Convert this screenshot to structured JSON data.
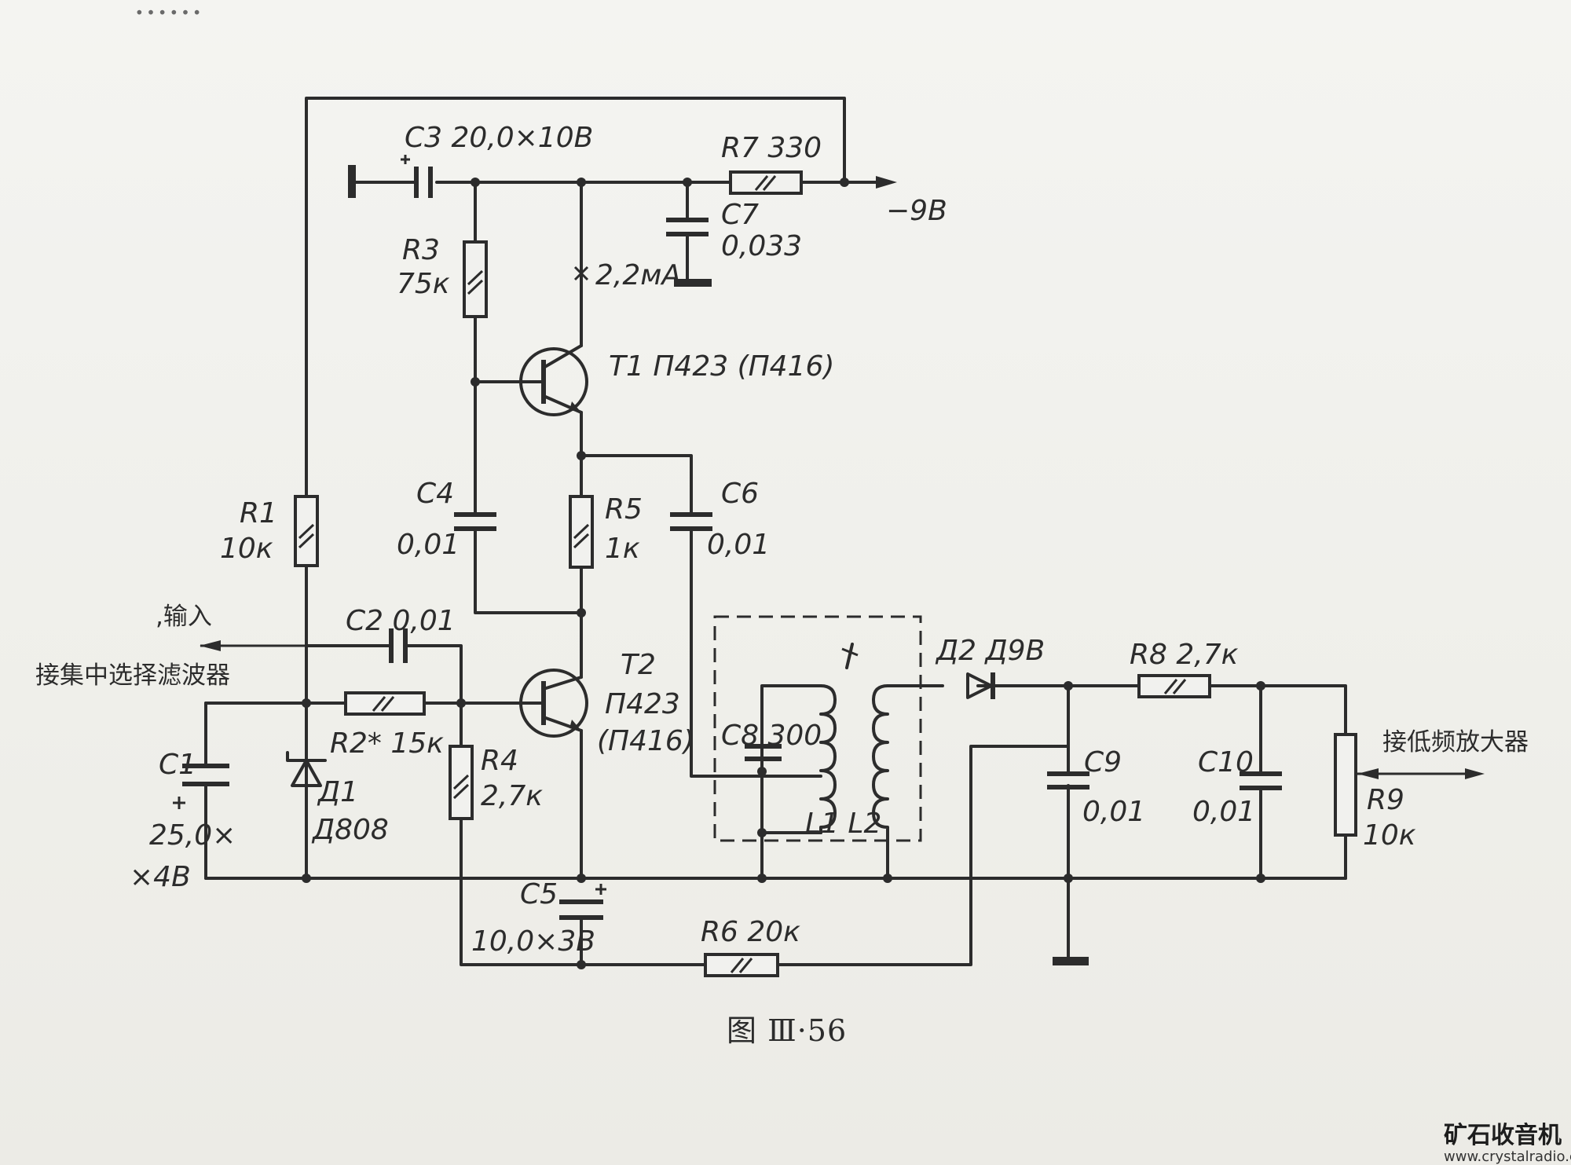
{
  "header": {
    "fragment": "……"
  },
  "figure": {
    "caption": "图 Ⅲ·56"
  },
  "components": {
    "c3": "C3  20,0×10В",
    "r7": "R7  330",
    "supply": "−9В",
    "c7_name": "C7",
    "c7_value": "0,033",
    "r3_name": "R3",
    "r3_value": "75к",
    "current": "2,2мА",
    "t1": "T1  П423 (П416)",
    "c4_name": "C4",
    "c4_value": "0,01",
    "r5_name": "R5",
    "r5_value": "1к",
    "c6_name": "C6",
    "c6_value": "0,01",
    "r1_name": "R1",
    "r1_value": "10к",
    "input": ",输入",
    "input_source": "接集中选择滤波器",
    "c2": "C2  0,01",
    "r2": "R2* 15к",
    "t2_name": "T2",
    "t2_type": "П423",
    "t2_alt": "(П416)",
    "r4_name": "R4",
    "r4_value": "2,7к",
    "c1_name": "C1",
    "c1_value": "25,0×",
    "c1_voltage": "×4В",
    "d1_name": "Д1",
    "d1_type": "Д808",
    "c5_name": "C5",
    "c5_value": "10,0×3В",
    "r6": "R6  20к",
    "c8": "C8  300",
    "l1_l2": "L1 L2",
    "d2": "Д2  Д9В",
    "r8": "R8  2,7к",
    "c9_name": "C9",
    "c9_value": "0,01",
    "c10_name": "C10",
    "c10_value": "0,01",
    "output_dest": "接低频放大器",
    "r9_name": "R9",
    "r9_value": "10к"
  },
  "watermark": {
    "brand": "矿石收音机",
    "url": "www.crystalradio.cn"
  }
}
